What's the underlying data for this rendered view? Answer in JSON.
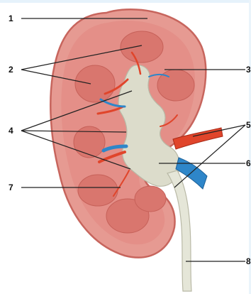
{
  "diagram": {
    "callouts": [
      {
        "id": "1",
        "label": "1"
      },
      {
        "id": "2",
        "label": "2"
      },
      {
        "id": "3",
        "label": "3"
      },
      {
        "id": "4",
        "label": "4"
      },
      {
        "id": "5",
        "label": "5"
      },
      {
        "id": "6",
        "label": "6"
      },
      {
        "id": "7",
        "label": "7"
      },
      {
        "id": "8",
        "label": "8"
      }
    ]
  },
  "colors": {
    "cortex": "#e69a92",
    "cortex_edge": "#c7655d",
    "pyramid": "#d9776f",
    "pelvis": "#dcdccb",
    "ureter": "#e5e6d8",
    "artery": "#e0452b",
    "vein": "#2e86c9",
    "leader": "#222222"
  }
}
